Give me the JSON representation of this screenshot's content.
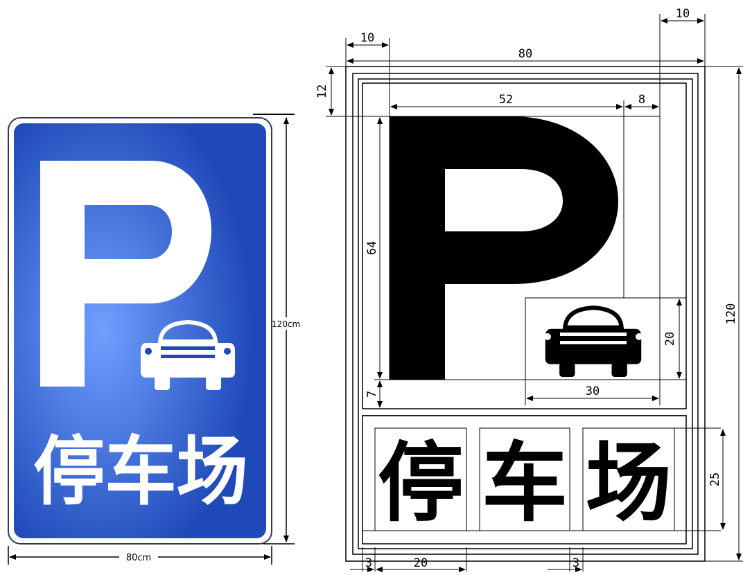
{
  "photo_sign": {
    "letter": "P",
    "text": "停车场",
    "width_label": "80cm",
    "height_label": "120cm",
    "colors": {
      "background": "#1f49b8",
      "foreground": "#ffffff",
      "border": "#ffffff"
    },
    "icon": "car-icon"
  },
  "drawing": {
    "letter": "P",
    "chars": [
      "停",
      "车",
      "场"
    ],
    "icon": "car-icon",
    "dims": {
      "overall_width": "80",
      "overall_height": "120",
      "left_margin": "10",
      "right_margin": "10",
      "top_margin": "12",
      "p_width": "52",
      "p_gap": "8",
      "p_height": "64",
      "p_bottom_gap": "7",
      "car_width": "30",
      "car_height": "20",
      "char_height": "25",
      "char_side_gap": "3",
      "char_width": "20",
      "char_gap": "3"
    }
  }
}
